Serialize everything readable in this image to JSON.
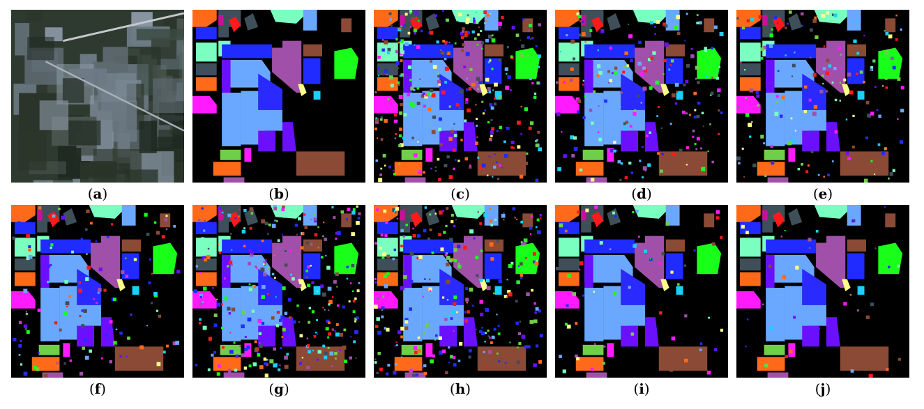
{
  "figure": {
    "panels": [
      {
        "id": "a",
        "caption_pre": "(",
        "letter": "a",
        "caption_post": ")",
        "kind": "photo"
      },
      {
        "id": "b",
        "caption_pre": "(",
        "letter": "b",
        "caption_post": ")",
        "kind": "ground-truth"
      },
      {
        "id": "c",
        "caption_pre": "(",
        "letter": "c",
        "caption_post": ")",
        "kind": "classified",
        "noise": 0.55
      },
      {
        "id": "d",
        "caption_pre": "(",
        "letter": "d",
        "caption_post": ")",
        "kind": "classified",
        "noise": 0.3
      },
      {
        "id": "e",
        "caption_pre": "(",
        "letter": "e",
        "caption_post": ")",
        "kind": "classified",
        "noise": 0.25
      },
      {
        "id": "f",
        "caption_pre": "(",
        "letter": "f",
        "caption_post": ")",
        "kind": "classified",
        "noise": 0.2
      },
      {
        "id": "g",
        "caption_pre": "(",
        "letter": "g",
        "caption_post": ")",
        "kind": "classified",
        "noise": 0.5
      },
      {
        "id": "h",
        "caption_pre": "(",
        "letter": "h",
        "caption_post": ")",
        "kind": "classified",
        "noise": 0.45
      },
      {
        "id": "i",
        "caption_pre": "(",
        "letter": "i",
        "caption_post": ")",
        "kind": "classified",
        "noise": 0.1
      },
      {
        "id": "j",
        "caption_pre": "(",
        "letter": "j",
        "caption_post": ")",
        "kind": "classified",
        "noise": 0.06
      }
    ],
    "class_colors": {
      "orange": "#ff6a1a",
      "blue": "#1f2bff",
      "aqua": "#7affc0",
      "gray": "#3f4f5a",
      "red": "#ff1a1a",
      "magenta_small": "#c8109a",
      "purple": "#a050a8",
      "sky": "#6aa8ff",
      "brown": "#8a4a36",
      "green": "#1aff1a",
      "royal": "#2a2aff",
      "violet": "#6a10ff",
      "yellow": "#ffff88",
      "pink": "#ff1aff",
      "lime": "#6fcf4a",
      "cyan": "#1ad0ff",
      "background": "#000000"
    }
  }
}
